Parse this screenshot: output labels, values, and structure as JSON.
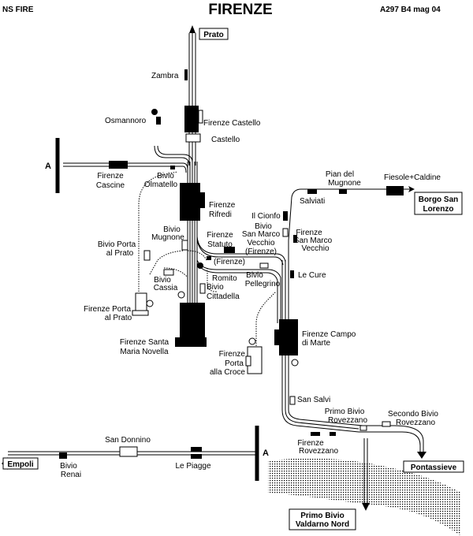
{
  "header": {
    "code": "NS FIRE",
    "title": "FIRENZE",
    "ref": "A297 B4 mag 04"
  },
  "destinations": {
    "prato": "Prato",
    "borgo_1": "Borgo San",
    "borgo_2": "Lorenzo",
    "empoli": "Empoli",
    "pontassieve": "Pontassieve",
    "valdarno_1": "Primo Bivio",
    "valdarno_2": "Valdarno Nord"
  },
  "markers": {
    "a_top": "A",
    "a_bottom": "A"
  },
  "stations": {
    "zambra": "Zambra",
    "osmannoro": "Osmannoro",
    "castello_1": "Firenze Castello",
    "castello_2": "Castello",
    "cascine_1": "Firenze",
    "cascine_2": "Cascine",
    "olmatello_1": "Bivio",
    "olmatello_2": "Olmatello",
    "rifredi_1": "Firenze",
    "rifredi_2": "Rifredi",
    "mugnone_1": "Bivio",
    "mugnone_2": "Mugnone",
    "statuto_1": "Firenze",
    "statuto_2": "Statuto",
    "bp_prato_1": "Bivio Porta",
    "bp_prato_2": "al Prato",
    "firenze_paren": "(Firenze)",
    "cassia_1": "Bivio",
    "cassia_2": "Cassia",
    "romito": "Romito",
    "cittadella_1": "Bivio",
    "cittadella_2": "Cittadella",
    "fpp_1": "Firenze Porta",
    "fpp_2": "al Prato",
    "smn_1": "Firenze Santa",
    "smn_2": "Maria Novella",
    "fpc_1": "Firenze",
    "fpc_2": "Porta",
    "fpc_3": "alla Croce",
    "fiesole": "Fiesole+Caldine",
    "pian_1": "Pian del",
    "pian_2": "Mugnone",
    "salviati": "Salviati",
    "cionfo": "Il Cionfo",
    "bsmv_1": "Bivio",
    "bsmv_2": "San Marco",
    "bsmv_3": "Vecchio",
    "bsmv_4": "(Firenze)",
    "fsmv_1": "Firenze",
    "fsmv_2": "San Marco",
    "fsmv_3": "Vecchio",
    "pellegrino_1": "Bivio",
    "pellegrino_2": "Pellegrino",
    "lecure": "Le Cure",
    "cdm_1": "Firenze Campo",
    "cdm_2": "di Marte",
    "sansalvi": "San Salvi",
    "pbr_1": "Primo Bivio",
    "pbr_2": "Rovezzano",
    "sbr_1": "Secondo Bivio",
    "sbr_2": "Rovezzano",
    "frov_1": "Firenze",
    "frov_2": "Rovezzano",
    "sandonnino": "San Donnino",
    "renai_1": "Bivio",
    "renai_2": "Renai",
    "piagge": "Le Piagge"
  }
}
